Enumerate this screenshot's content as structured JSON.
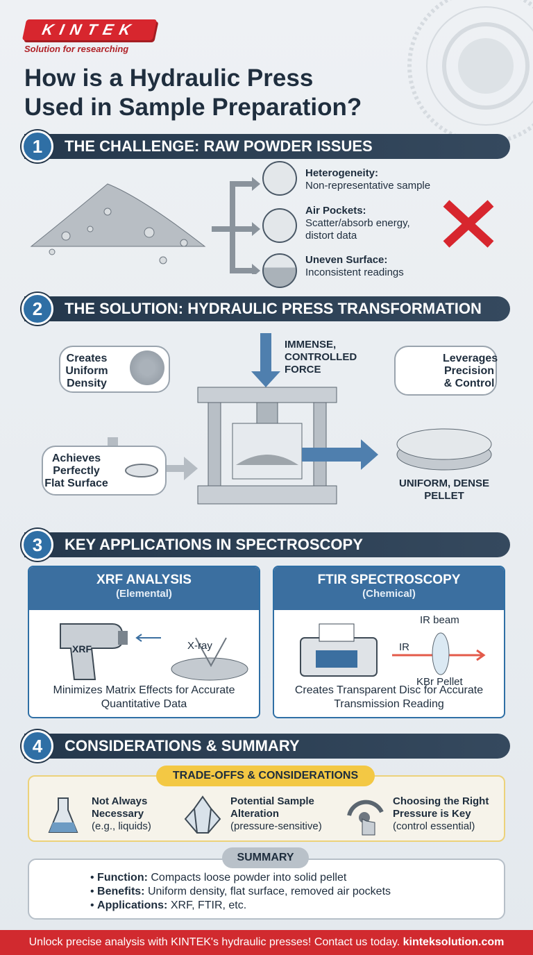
{
  "brand": {
    "logo": "KINTEK",
    "tagline": "Solution for researching"
  },
  "title": [
    "How is a Hydraulic Press",
    "Used in Sample Preparation?"
  ],
  "sections": [
    {
      "num": "1",
      "title": "THE CHALLENGE: RAW POWDER ISSUES"
    },
    {
      "num": "2",
      "title": "THE SOLUTION: HYDRAULIC PRESS TRANSFORMATION"
    },
    {
      "num": "3",
      "title": "KEY APPLICATIONS IN SPECTROSCOPY"
    },
    {
      "num": "4",
      "title": "CONSIDERATIONS & SUMMARY"
    }
  ],
  "issues": [
    {
      "title": "Heterogeneity:",
      "desc": "Non-representative sample"
    },
    {
      "title": "Air Pockets:",
      "desc": "Scatter/absorb energy, distort data"
    },
    {
      "title": "Uneven Surface:",
      "desc": "Inconsistent readings"
    }
  ],
  "solution": {
    "force": "IMMENSE, CONTROLLED FORCE",
    "density": "Creates Uniform Density",
    "precision": "Leverages Precision & Control",
    "flat": "Achieves Perfectly Flat Surface",
    "pellet": "UNIFORM, DENSE PELLET"
  },
  "apps": [
    {
      "title": "XRF ANALYSIS",
      "sub": "(Elemental)",
      "device": "XRF",
      "beam": "X-ray",
      "caption": "Minimizes Matrix Effects for Accurate Quantitative Data"
    },
    {
      "title": "FTIR SPECTROSCOPY",
      "sub": "(Chemical)",
      "beam_top": "IR beam",
      "beam": "IR",
      "pellet": "KBr Pellet",
      "caption": "Creates Transparent Disc for Accurate Transmission Reading"
    }
  ],
  "tradeoffs": {
    "label": "TRADE-OFFS & CONSIDERATIONS",
    "items": [
      {
        "title": "Not Always Necessary",
        "desc": "(e.g., liquids)"
      },
      {
        "title": "Potential Sample Alteration",
        "desc": "(pressure-sensitive)"
      },
      {
        "title": "Choosing the Right Pressure is Key",
        "desc": "(control essential)"
      }
    ]
  },
  "summary": {
    "label": "SUMMARY",
    "items": [
      {
        "k": "Function:",
        "v": " Compacts loose powder into solid pellet"
      },
      {
        "k": "Benefits:",
        "v": " Uniform density, flat surface, removed air pockets"
      },
      {
        "k": "Applications:",
        "v": " XRF, FTIR, etc."
      }
    ]
  },
  "footer": {
    "text": "Unlock precise analysis with KINTEK's hydraulic presses! Contact us today. ",
    "link": "kinteksolution.com"
  },
  "colors": {
    "navy": "#25384c",
    "blue": "#3b6fa0",
    "red": "#d12a2f",
    "gold": "#f3c844"
  }
}
